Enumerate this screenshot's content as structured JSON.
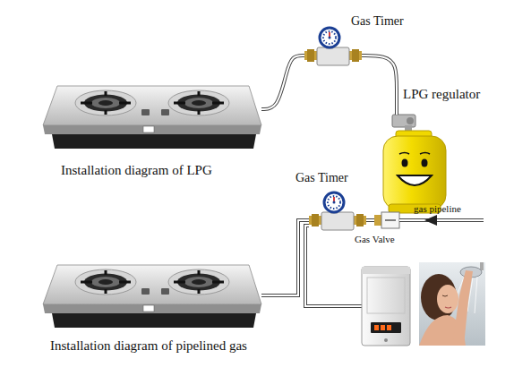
{
  "diagram": {
    "nodes": [
      {
        "text": [
          "Installation diagram of LPG"
        ]
      },
      {
        "text": [
          "Gas Timer"
        ]
      },
      {
        "text": [
          "LPG regulator"
        ]
      },
      {
        "text": [
          "Gas Timer"
        ]
      },
      {
        "text": [
          "Gas Valve"
        ]
      },
      {
        "text": [
          "Installation diagram of pipelined gas"
        ]
      }
    ],
    "edges": [
      {
        "from": 0,
        "to": 1,
        "arrow": "none"
      },
      {
        "from": 1,
        "to": 2,
        "arrow": "none"
      },
      {
        "from": 4,
        "to": 3,
        "arrow": "none"
      },
      {
        "from": 3,
        "to": 5,
        "arrow": "none"
      }
    ],
    "labels": [
      "gas pipeline"
    ]
  }
}
